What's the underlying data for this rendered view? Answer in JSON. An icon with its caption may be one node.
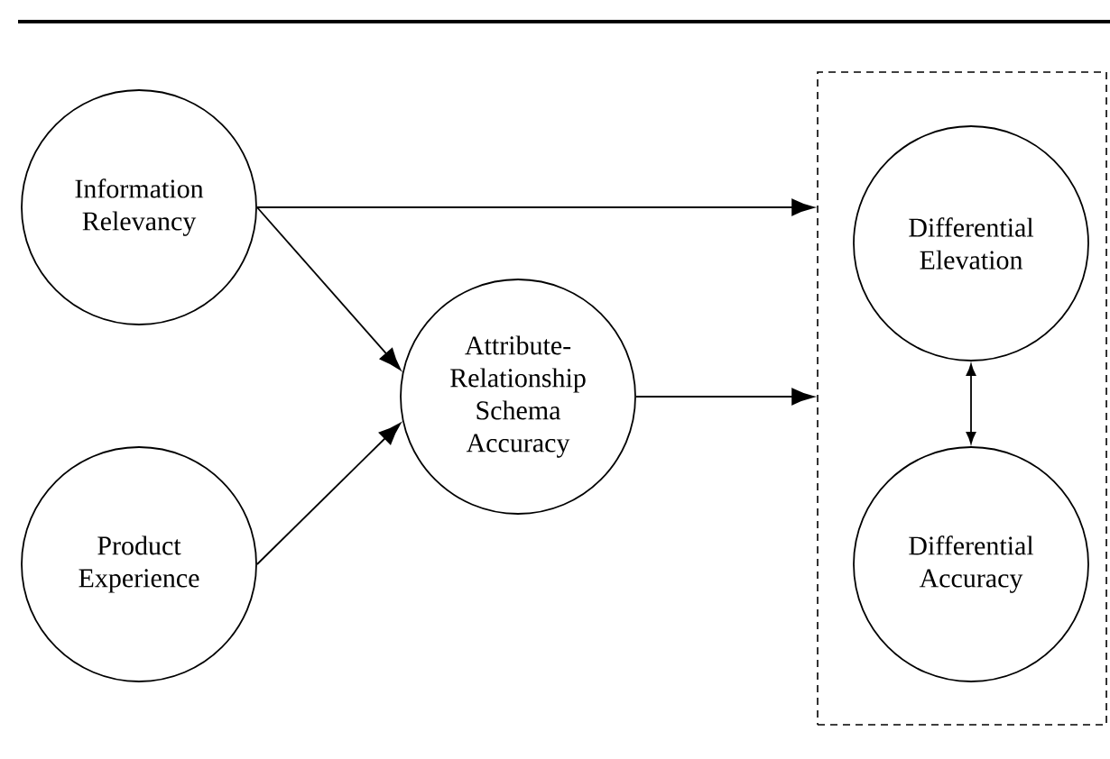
{
  "diagram": {
    "nodes": [
      {
        "text": [
          "Information Relevancy"
        ]
      },
      {
        "text": [
          "Product Experience"
        ]
      },
      {
        "text": [
          "Attribute-Relationship Schema Accuracy"
        ]
      },
      {
        "text": [],
        "shape": "box"
      },
      {
        "text": [
          "Differential Elevation"
        ],
        "in": 3
      },
      {
        "text": [
          "Differential Accuracy"
        ],
        "in": 3
      }
    ],
    "edges": [
      {
        "from": 0,
        "to": 3,
        "arrow": "to"
      },
      {
        "from": 0,
        "to": 2,
        "arrow": "to"
      },
      {
        "from": 1,
        "to": 2,
        "arrow": "to"
      },
      {
        "from": 2,
        "to": 3,
        "arrow": "to"
      },
      {
        "from": 4,
        "to": 5,
        "arrow": "both"
      }
    ]
  }
}
